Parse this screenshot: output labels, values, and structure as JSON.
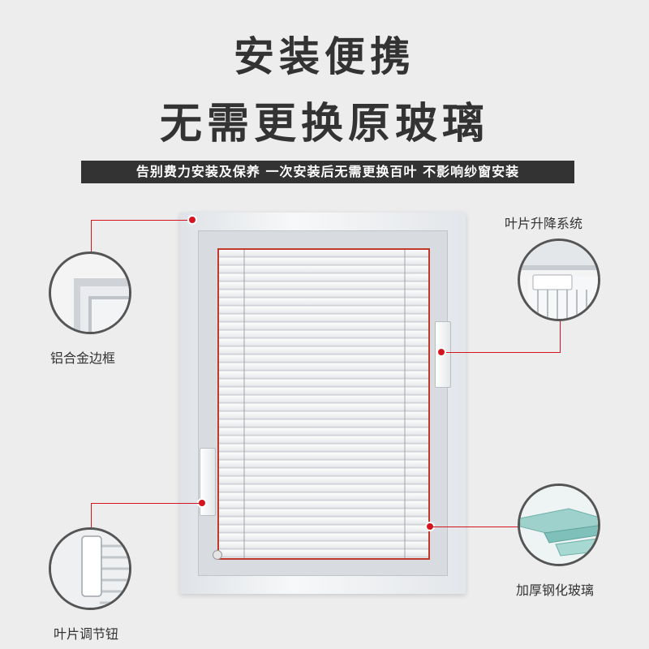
{
  "headline": {
    "line1": "安装便携",
    "line2": "无需更换原玻璃"
  },
  "subheadline": "告别费力安装及保养 一次安装后无需更换百叶 不影响纱窗安装",
  "callouts": {
    "frame": "铝合金边框",
    "lift_system": "叶片升降系统",
    "adjust_knob": "叶片调节钮",
    "tempered_glass": "加厚钢化玻璃"
  },
  "colors": {
    "accent_red": "#d6141f",
    "banner_bg": "#333333",
    "background": "#ededed"
  }
}
